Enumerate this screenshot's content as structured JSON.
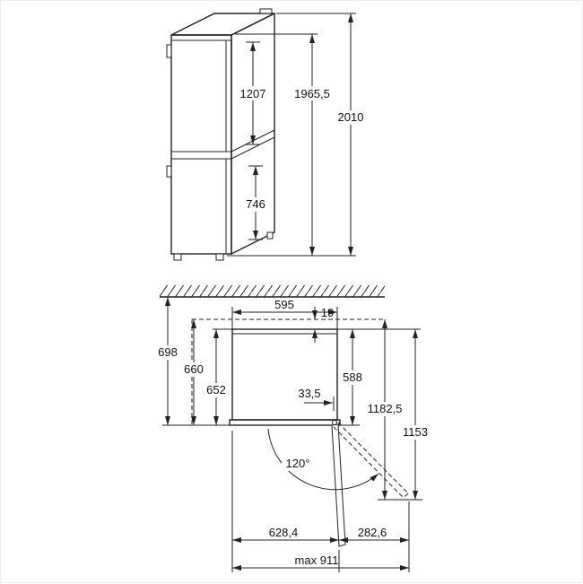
{
  "diagram": {
    "front_view": {
      "upper_door_height": "1207",
      "lower_door_height": "746",
      "cabinet_height": "1965,5",
      "total_height": "2010"
    },
    "top_view": {
      "width": "595",
      "rear_clearance": "19",
      "depth_overall": "698",
      "depth_mid": "660",
      "depth_inner": "652",
      "body_depth": "588",
      "hinge_offset": "33,5",
      "clearance_depth_total": "1182,5",
      "clearance_depth_body": "1153",
      "door_angle": "120°",
      "bottom_left": "628,4",
      "bottom_right": "282,6",
      "max_width": "max 911"
    }
  }
}
